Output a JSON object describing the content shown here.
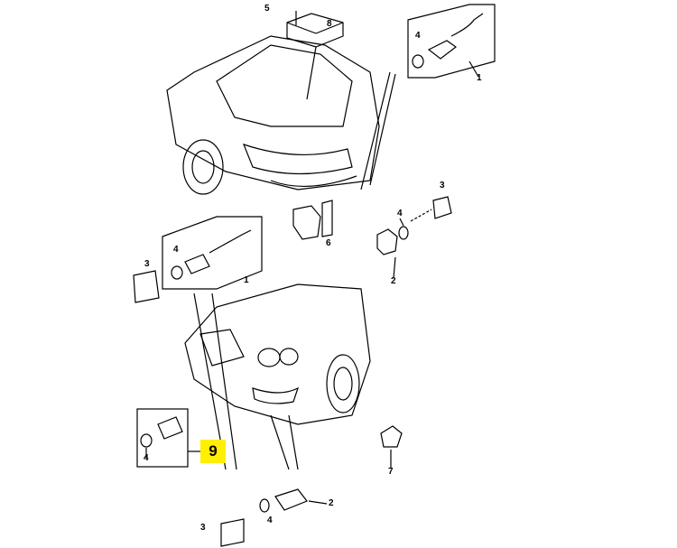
{
  "diagram": {
    "callouts": [
      {
        "id": "c5",
        "text": "5"
      },
      {
        "id": "c8",
        "text": "8"
      },
      {
        "id": "c4a",
        "text": "4"
      },
      {
        "id": "c1a",
        "text": "1"
      },
      {
        "id": "c3a",
        "text": "3"
      },
      {
        "id": "c6",
        "text": "6"
      },
      {
        "id": "c4b",
        "text": "4"
      },
      {
        "id": "c2a",
        "text": "2"
      },
      {
        "id": "c4c",
        "text": "4"
      },
      {
        "id": "c3b",
        "text": "3"
      },
      {
        "id": "c1b",
        "text": "1"
      },
      {
        "id": "c4d",
        "text": "4"
      },
      {
        "id": "c7",
        "text": "7"
      },
      {
        "id": "c3c",
        "text": "3"
      },
      {
        "id": "c4e",
        "text": "4"
      },
      {
        "id": "c2b",
        "text": "2"
      }
    ],
    "highlighted_callout": {
      "text": "9",
      "color": "#ffef00"
    }
  }
}
